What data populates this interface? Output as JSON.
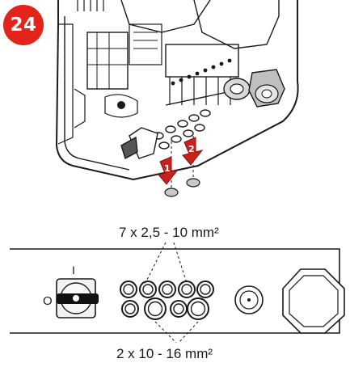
{
  "step_badge": {
    "number": "24",
    "color": "#e2241a"
  },
  "arrows": [
    {
      "label": "1",
      "color": "#c8221c"
    },
    {
      "label": "2",
      "color": "#c8221c"
    }
  ],
  "switch_positions": {
    "on": "I",
    "off": "O"
  },
  "cable_labels": {
    "small_openings": "7 x 2,5 - 10 mm²",
    "large_openings": "2 x 10 - 16 mm²"
  },
  "icons": [
    "inverter-housing-icon",
    "knockout-plug-icon",
    "dc-disconnect-switch-icon",
    "cable-gland-icon",
    "arrow-down-icon"
  ]
}
